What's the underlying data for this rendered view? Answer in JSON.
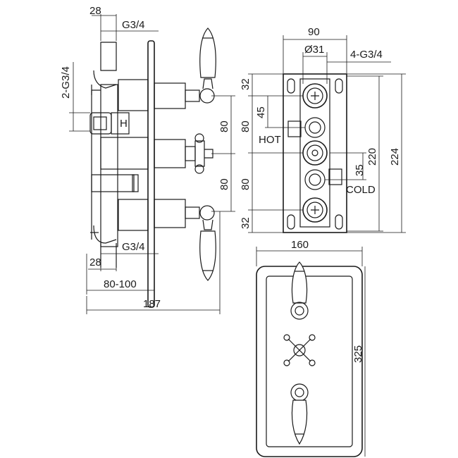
{
  "labels": {
    "side_top_width": "28",
    "side_top_thread": "G3/4",
    "side_inlet_thread": "2-G3/4",
    "side_pitch_upper": "80",
    "side_pitch_lower": "80",
    "side_bottom_thread": "G3/4",
    "side_bottom_width": "28",
    "side_depth_range": "80-100",
    "side_total_depth": "187",
    "hot_label": "H",
    "back_width": "90",
    "back_port_diameter": "Ø31",
    "back_port_thread": "4-G3/4",
    "back_top_offset": "32",
    "back_hot_offset": "45",
    "back_pitch_upper": "80",
    "hot_text": "HOT",
    "back_inner_height": "220",
    "back_total_height": "224",
    "back_cold_offset": "35",
    "back_pitch_lower": "80",
    "cold_text": "COLD",
    "back_bottom_offset": "32",
    "front_width": "160",
    "front_height": "325"
  }
}
